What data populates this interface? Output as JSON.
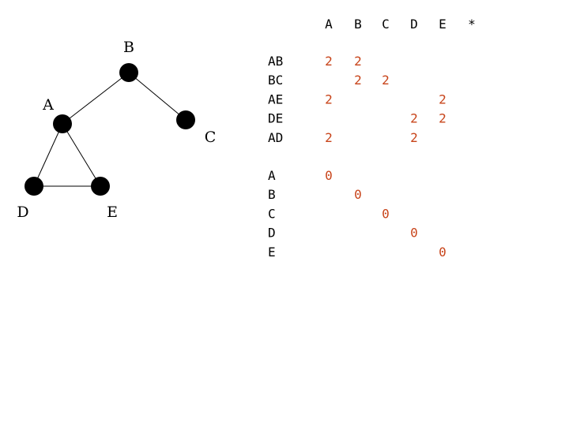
{
  "graph": {
    "nodes": [
      {
        "id": "B",
        "label": "B"
      },
      {
        "id": "A",
        "label": "A"
      },
      {
        "id": "C",
        "label": "C"
      },
      {
        "id": "D",
        "label": "D"
      },
      {
        "id": "E",
        "label": "E"
      }
    ],
    "edges": [
      [
        "B",
        "A"
      ],
      [
        "B",
        "C"
      ],
      [
        "A",
        "D"
      ],
      [
        "A",
        "E"
      ],
      [
        "D",
        "E"
      ]
    ]
  },
  "matrix": {
    "columns": [
      "A",
      "B",
      "C",
      "D",
      "E",
      "*"
    ],
    "edge_rows": [
      {
        "label": "AB",
        "cells": [
          "2",
          "2",
          "",
          "",
          "",
          ""
        ]
      },
      {
        "label": "BC",
        "cells": [
          "",
          "2",
          "2",
          "",
          "",
          ""
        ]
      },
      {
        "label": "AE",
        "cells": [
          "2",
          "",
          "",
          "",
          "2",
          ""
        ]
      },
      {
        "label": "DE",
        "cells": [
          "",
          "",
          "",
          "2",
          "2",
          ""
        ]
      },
      {
        "label": "AD",
        "cells": [
          "2",
          "",
          "",
          "2",
          "",
          ""
        ]
      }
    ],
    "node_rows": [
      {
        "label": "A",
        "cells": [
          "0",
          "",
          "",
          "",
          "",
          ""
        ]
      },
      {
        "label": "B",
        "cells": [
          "",
          "0",
          "",
          "",
          "",
          ""
        ]
      },
      {
        "label": "C",
        "cells": [
          "",
          "",
          "0",
          "",
          "",
          ""
        ]
      },
      {
        "label": "D",
        "cells": [
          "",
          "",
          "",
          "0",
          "",
          ""
        ]
      },
      {
        "label": "E",
        "cells": [
          "",
          "",
          "",
          "",
          "0",
          ""
        ]
      }
    ]
  },
  "colors": {
    "node": "#000000",
    "edge": "#000000",
    "value": "#c8441a"
  }
}
